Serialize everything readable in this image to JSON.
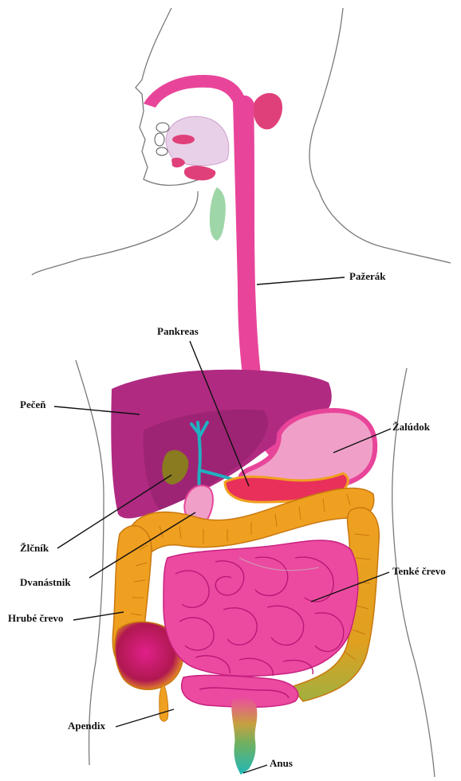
{
  "labels": {
    "pazerak": "Pažerák",
    "pankreas": "Pankreas",
    "pecen": "Pečeň",
    "zaludok": "Žalúdok",
    "zlcnik": "Žlčník",
    "dvanastnik": "Dvanástnik",
    "tenke_crevo": "Tenké črevo",
    "hrube_crevo": "Hrubé črevo",
    "apendix": "Apendix",
    "anus": "Anus"
  },
  "colors": {
    "outline": "#7a7a7a",
    "esophagus": "#e8459a",
    "liver": "#b02a82",
    "liver_dark": "#8e1f6a",
    "stomach": "#f0a0c8",
    "stomach_rim": "#e8459a",
    "colon": "#f0a020",
    "colon_dark": "#c87810",
    "small_intestine": "#ec4aa0",
    "gallbladder": "#8a7a20",
    "bile_duct": "#20b0c0",
    "salivary": "#e0407a",
    "trachea": "#9ed6a8",
    "rectum": "#d82060",
    "rectum_end": "#20b8b8",
    "leader": "#111111"
  }
}
